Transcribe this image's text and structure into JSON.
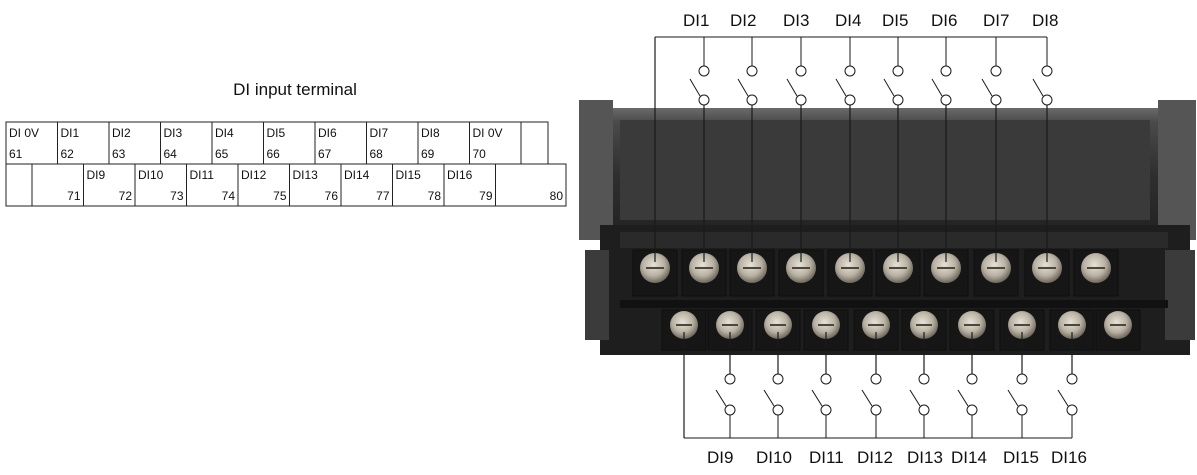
{
  "panel": {
    "title": "DI input terminal",
    "top_row": [
      {
        "name": "DI 0V",
        "number": "61"
      },
      {
        "name": "DI1",
        "number": "62"
      },
      {
        "name": "DI2",
        "number": "63"
      },
      {
        "name": "DI3",
        "number": "64"
      },
      {
        "name": "DI4",
        "number": "65"
      },
      {
        "name": "DI5",
        "number": "66"
      },
      {
        "name": "DI6",
        "number": "67"
      },
      {
        "name": "DI7",
        "number": "68"
      },
      {
        "name": "DI8",
        "number": "69"
      },
      {
        "name": "DI 0V",
        "number": "70"
      }
    ],
    "bottom_row": [
      {
        "name": "",
        "number": "71"
      },
      {
        "name": "DI9",
        "number": "72"
      },
      {
        "name": "DI10",
        "number": "73"
      },
      {
        "name": "DI11",
        "number": "74"
      },
      {
        "name": "DI12",
        "number": "75"
      },
      {
        "name": "DI13",
        "number": "76"
      },
      {
        "name": "DI14",
        "number": "77"
      },
      {
        "name": "DI15",
        "number": "78"
      },
      {
        "name": "DI16",
        "number": "79"
      },
      {
        "name": "",
        "number": "80"
      }
    ]
  },
  "wiring": {
    "top_labels": [
      "DI1",
      "DI2",
      "DI3",
      "DI4",
      "DI5",
      "DI6",
      "DI7",
      "DI8"
    ],
    "bottom_labels": [
      "DI9",
      "DI10",
      "DI11",
      "DI12",
      "DI13",
      "DI14",
      "DI15",
      "DI16"
    ]
  },
  "colors": {
    "line": "#1a1a1a",
    "housing": "#3c3c3c",
    "screw": "#b9b2a4"
  }
}
